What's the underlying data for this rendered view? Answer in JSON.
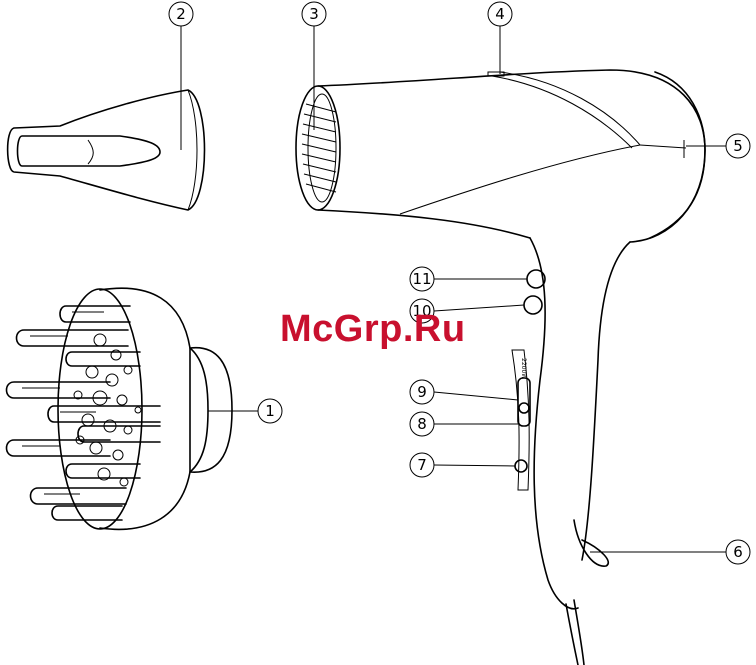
{
  "watermark": {
    "text": "McGrp.Ru",
    "color": "#c8102e"
  },
  "callouts": [
    {
      "id": "c1",
      "label": "1"
    },
    {
      "id": "c2",
      "label": "2"
    },
    {
      "id": "c3",
      "label": "3"
    },
    {
      "id": "c4",
      "label": "4"
    },
    {
      "id": "c5",
      "label": "5"
    },
    {
      "id": "c6",
      "label": "6"
    },
    {
      "id": "c7",
      "label": "7"
    },
    {
      "id": "c8",
      "label": "8"
    },
    {
      "id": "c9",
      "label": "9"
    },
    {
      "id": "c10",
      "label": "10"
    },
    {
      "id": "c11",
      "label": "11"
    }
  ],
  "handle_print": "2200W",
  "icons": {
    "diffuser": "diffuser-icon",
    "nozzle": "concentrator-nozzle-icon",
    "dryer": "hair-dryer-icon"
  }
}
